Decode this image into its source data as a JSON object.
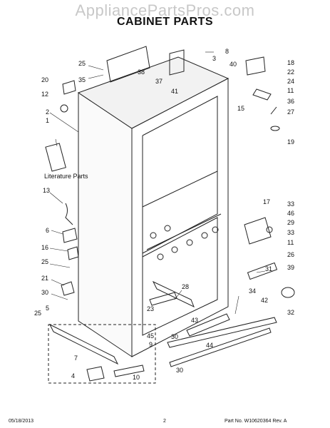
{
  "watermark": "AppliancePartsPros.com",
  "title": "CABINET PARTS",
  "literature_label": "Literature Parts",
  "footer": {
    "date": "05/18/2013",
    "page": "2",
    "part_no": "Part No. W10620364  Rev. A"
  },
  "callouts": [
    "1",
    "2",
    "3",
    "4",
    "5",
    "6",
    "7",
    "8",
    "9",
    "10",
    "11",
    "11",
    "12",
    "13",
    "15",
    "16",
    "17",
    "18",
    "19",
    "20",
    "21",
    "22",
    "23",
    "24",
    "25",
    "25",
    "25",
    "26",
    "27",
    "28",
    "29",
    "30",
    "30",
    "30",
    "31",
    "32",
    "33",
    "33",
    "34",
    "35",
    "36",
    "37",
    "38",
    "39",
    "40",
    "41",
    "42",
    "43",
    "44",
    "45",
    "46"
  ]
}
